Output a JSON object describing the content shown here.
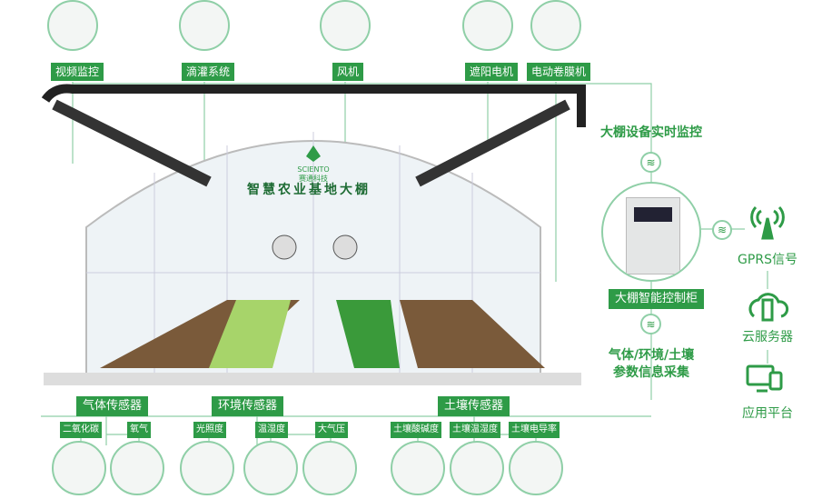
{
  "top_devices": [
    {
      "label": "视频监控",
      "icon": "camera-icon"
    },
    {
      "label": "滴灌系统",
      "icon": "drip-icon"
    },
    {
      "label": "风机",
      "icon": "fan-icon"
    },
    {
      "label": "遮阳电机",
      "icon": "motor-icon"
    },
    {
      "label": "电动卷膜机",
      "icon": "film-roller-icon"
    }
  ],
  "greenhouse": {
    "title": "智慧农业基地大棚",
    "logo": "SCIENTO 赛通科技"
  },
  "sensor_groups": [
    {
      "label": "气体传感器",
      "items": [
        "二氧化碳",
        "氧气"
      ]
    },
    {
      "label": "环境传感器",
      "items": [
        "光照度",
        "温湿度",
        "大气压"
      ]
    },
    {
      "label": "土壤传感器",
      "items": [
        "土壤酸碱度",
        "土壤温湿度",
        "土壤电导率"
      ]
    }
  ],
  "control": {
    "monitor_text": "大棚设备实时监控",
    "cabinet_label": "大棚智能控制柜",
    "collect_line1": "气体/环境/土壤",
    "collect_line2": "参数信息采集"
  },
  "network": [
    {
      "label": "GPRS信号",
      "icon": "antenna-icon"
    },
    {
      "label": "云服务器",
      "icon": "cloud-server-icon"
    },
    {
      "label": "应用平台",
      "icon": "devices-icon"
    }
  ],
  "colors": {
    "green": "#2e9b47",
    "line": "#8fcfa7"
  }
}
